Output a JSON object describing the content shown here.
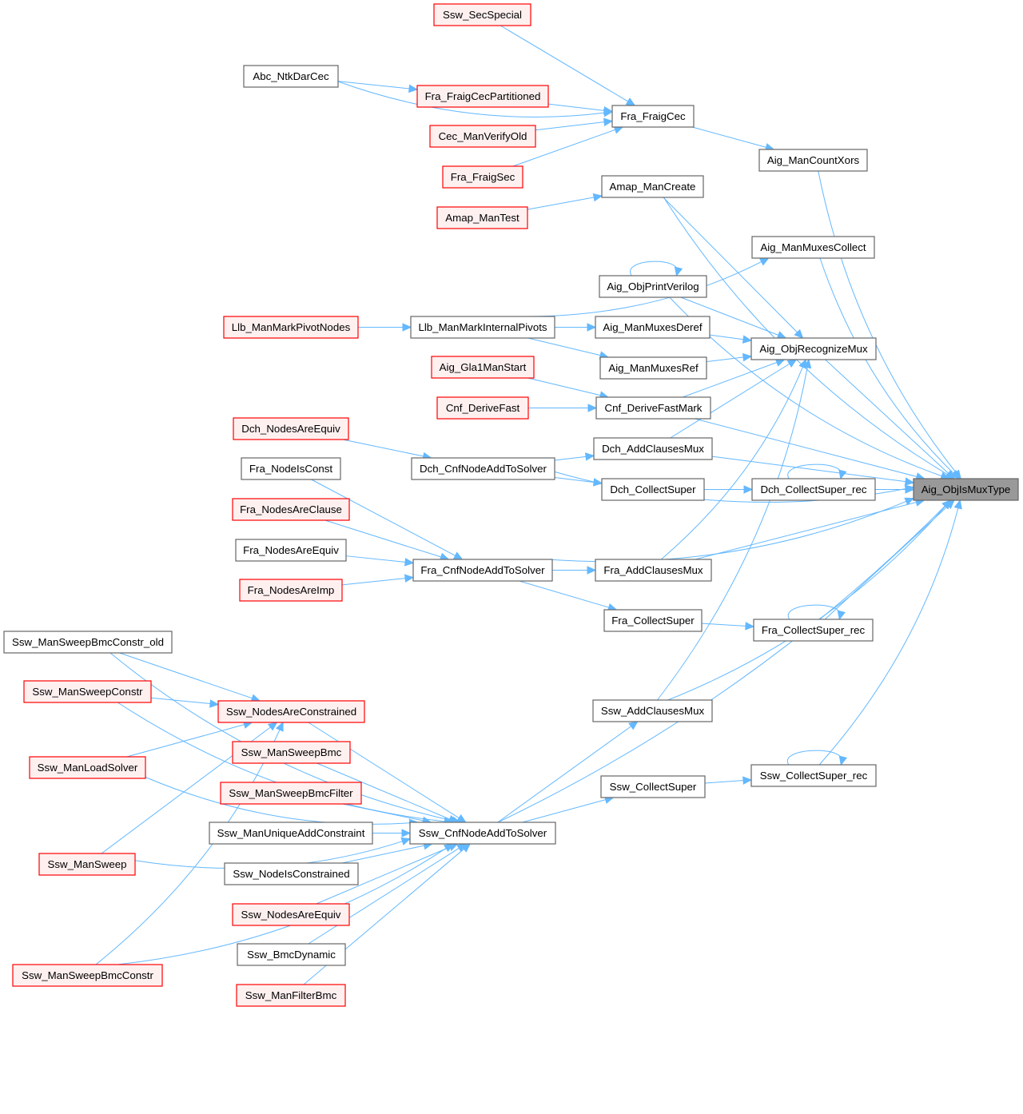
{
  "graph": {
    "title": "Caller graph of Aig_ObjIsMuxType",
    "colors": {
      "edge": "#63b8ff",
      "red_border": "#ff0000",
      "red_fill": "#fff0f0",
      "plain_border": "#666666",
      "root_fill": "#999999"
    },
    "nodes": [
      {
        "id": "root",
        "label": "Aig_ObjIsMuxType",
        "style": "root"
      },
      {
        "id": "ssw_secspecial",
        "label": "Ssw_SecSpecial",
        "style": "red"
      },
      {
        "id": "abc_ntkdarcec",
        "label": "Abc_NtkDarCec",
        "style": "plain"
      },
      {
        "id": "fra_fraigcecpartitioned",
        "label": "Fra_FraigCecPartitioned",
        "style": "red"
      },
      {
        "id": "cec_manverifyold",
        "label": "Cec_ManVerifyOld",
        "style": "red"
      },
      {
        "id": "fra_fraigsec",
        "label": "Fra_FraigSec",
        "style": "red"
      },
      {
        "id": "amap_mantest",
        "label": "Amap_ManTest",
        "style": "red"
      },
      {
        "id": "fra_fraigcec",
        "label": "Fra_FraigCec",
        "style": "plain"
      },
      {
        "id": "aig_mancountxors",
        "label": "Aig_ManCountXors",
        "style": "plain"
      },
      {
        "id": "amap_mancreate",
        "label": "Amap_ManCreate",
        "style": "plain"
      },
      {
        "id": "aig_manmuxescollect",
        "label": "Aig_ManMuxesCollect",
        "style": "plain"
      },
      {
        "id": "aig_objprintverilog",
        "label": "Aig_ObjPrintVerilog",
        "style": "plain"
      },
      {
        "id": "llb_manmarkpivotnodes",
        "label": "Llb_ManMarkPivotNodes",
        "style": "red"
      },
      {
        "id": "llb_manmarkinternalpivots",
        "label": "Llb_ManMarkInternalPivots",
        "style": "plain"
      },
      {
        "id": "aig_manmuxesderef",
        "label": "Aig_ManMuxesDeref",
        "style": "plain"
      },
      {
        "id": "aig_objrecognizemux",
        "label": "Aig_ObjRecognizeMux",
        "style": "plain"
      },
      {
        "id": "aig_manmuxesref",
        "label": "Aig_ManMuxesRef",
        "style": "plain"
      },
      {
        "id": "aig_gla1manstart",
        "label": "Aig_Gla1ManStart",
        "style": "red"
      },
      {
        "id": "cnf_derivefast",
        "label": "Cnf_DeriveFast",
        "style": "red"
      },
      {
        "id": "cnf_derivefastmark",
        "label": "Cnf_DeriveFastMark",
        "style": "plain"
      },
      {
        "id": "dch_nodesareequiv",
        "label": "Dch_NodesAreEquiv",
        "style": "red"
      },
      {
        "id": "dch_addclausesmux",
        "label": "Dch_AddClausesMux",
        "style": "plain"
      },
      {
        "id": "fra_nodeisconst",
        "label": "Fra_NodeIsConst",
        "style": "plain"
      },
      {
        "id": "dch_cnfnodeaddtosolver",
        "label": "Dch_CnfNodeAddToSolver",
        "style": "plain"
      },
      {
        "id": "dch_collectsuper",
        "label": "Dch_CollectSuper",
        "style": "plain"
      },
      {
        "id": "dch_collectsuper_rec",
        "label": "Dch_CollectSuper_rec",
        "style": "plain"
      },
      {
        "id": "fra_nodesareclause",
        "label": "Fra_NodesAreClause",
        "style": "red"
      },
      {
        "id": "fra_nodesareequiv",
        "label": "Fra_NodesAreEquiv",
        "style": "plain"
      },
      {
        "id": "fra_cnfnodeaddtosolver",
        "label": "Fra_CnfNodeAddToSolver",
        "style": "plain"
      },
      {
        "id": "fra_addclausesmux",
        "label": "Fra_AddClausesMux",
        "style": "plain"
      },
      {
        "id": "fra_nodesareimp",
        "label": "Fra_NodesAreImp",
        "style": "red"
      },
      {
        "id": "fra_collectsuper",
        "label": "Fra_CollectSuper",
        "style": "plain"
      },
      {
        "id": "fra_collectsuper_rec",
        "label": "Fra_CollectSuper_rec",
        "style": "plain"
      },
      {
        "id": "ssw_mansweepbmcconstr_old",
        "label": "Ssw_ManSweepBmcConstr_old",
        "style": "plain"
      },
      {
        "id": "ssw_mansweepconstr",
        "label": "Ssw_ManSweepConstr",
        "style": "red"
      },
      {
        "id": "ssw_nodesareconstrained",
        "label": "Ssw_NodesAreConstrained",
        "style": "red"
      },
      {
        "id": "ssw_addclausesmux",
        "label": "Ssw_AddClausesMux",
        "style": "plain"
      },
      {
        "id": "ssw_mansweepbmc",
        "label": "Ssw_ManSweepBmc",
        "style": "red"
      },
      {
        "id": "ssw_manloadsolver",
        "label": "Ssw_ManLoadSolver",
        "style": "red"
      },
      {
        "id": "ssw_collectsuper_rec",
        "label": "Ssw_CollectSuper_rec",
        "style": "plain"
      },
      {
        "id": "ssw_collectsuper",
        "label": "Ssw_CollectSuper",
        "style": "plain"
      },
      {
        "id": "ssw_mansweepbmcfilter",
        "label": "Ssw_ManSweepBmcFilter",
        "style": "red"
      },
      {
        "id": "ssw_manuniqueaddconstraint",
        "label": "Ssw_ManUniqueAddConstraint",
        "style": "plain"
      },
      {
        "id": "ssw_cnfnodeaddtosolver",
        "label": "Ssw_CnfNodeAddToSolver",
        "style": "plain"
      },
      {
        "id": "ssw_mansweep",
        "label": "Ssw_ManSweep",
        "style": "red"
      },
      {
        "id": "ssw_nodeisconstrained",
        "label": "Ssw_NodeIsConstrained",
        "style": "plain"
      },
      {
        "id": "ssw_nodesareequiv",
        "label": "Ssw_NodesAreEquiv",
        "style": "red"
      },
      {
        "id": "ssw_bmcdynamic",
        "label": "Ssw_BmcDynamic",
        "style": "plain"
      },
      {
        "id": "ssw_mansweepbmcconstr",
        "label": "Ssw_ManSweepBmcConstr",
        "style": "red"
      },
      {
        "id": "ssw_manfilterbmc",
        "label": "Ssw_ManFilterBmc",
        "style": "red"
      }
    ],
    "edges": [
      [
        "ssw_secspecial",
        "fra_fraigcec"
      ],
      [
        "abc_ntkdarcec",
        "fra_fraigcec"
      ],
      [
        "abc_ntkdarcec",
        "fra_fraigcecpartitioned"
      ],
      [
        "fra_fraigcecpartitioned",
        "fra_fraigcec"
      ],
      [
        "cec_manverifyold",
        "fra_fraigcec"
      ],
      [
        "fra_fraigsec",
        "fra_fraigcec"
      ],
      [
        "fra_fraigcec",
        "aig_mancountxors"
      ],
      [
        "amap_mantest",
        "amap_mancreate"
      ],
      [
        "aig_mancountxors",
        "root"
      ],
      [
        "amap_mancreate",
        "root"
      ],
      [
        "amap_mancreate",
        "aig_objrecognizemux"
      ],
      [
        "llb_manmarkinternalpivots",
        "aig_manmuxescollect"
      ],
      [
        "aig_manmuxescollect",
        "root"
      ],
      [
        "aig_objprintverilog",
        "aig_objprintverilog"
      ],
      [
        "aig_objprintverilog",
        "root"
      ],
      [
        "aig_objprintverilog",
        "aig_objrecognizemux"
      ],
      [
        "llb_manmarkpivotnodes",
        "llb_manmarkinternalpivots"
      ],
      [
        "llb_manmarkinternalpivots",
        "aig_manmuxesderef"
      ],
      [
        "llb_manmarkinternalpivots",
        "aig_manmuxesref"
      ],
      [
        "aig_manmuxesderef",
        "aig_objrecognizemux"
      ],
      [
        "aig_manmuxesref",
        "aig_objrecognizemux"
      ],
      [
        "aig_objrecognizemux",
        "root"
      ],
      [
        "aig_gla1manstart",
        "cnf_derivefastmark"
      ],
      [
        "cnf_derivefast",
        "cnf_derivefastmark"
      ],
      [
        "cnf_derivefastmark",
        "aig_objrecognizemux"
      ],
      [
        "cnf_derivefastmark",
        "root"
      ],
      [
        "dch_nodesareequiv",
        "dch_cnfnodeaddtosolver"
      ],
      [
        "dch_cnfnodeaddtosolver",
        "dch_addclausesmux"
      ],
      [
        "dch_cnfnodeaddtosolver",
        "dch_collectsuper"
      ],
      [
        "dch_cnfnodeaddtosolver",
        "root"
      ],
      [
        "dch_addclausesmux",
        "aig_objrecognizemux"
      ],
      [
        "dch_addclausesmux",
        "root"
      ],
      [
        "dch_collectsuper",
        "dch_collectsuper_rec"
      ],
      [
        "dch_collectsuper_rec",
        "dch_collectsuper_rec"
      ],
      [
        "dch_collectsuper_rec",
        "root"
      ],
      [
        "fra_nodeisconst",
        "fra_cnfnodeaddtosolver"
      ],
      [
        "fra_nodesareclause",
        "fra_cnfnodeaddtosolver"
      ],
      [
        "fra_nodesareequiv",
        "fra_cnfnodeaddtosolver"
      ],
      [
        "fra_nodesareimp",
        "fra_cnfnodeaddtosolver"
      ],
      [
        "fra_cnfnodeaddtosolver",
        "fra_addclausesmux"
      ],
      [
        "fra_cnfnodeaddtosolver",
        "fra_collectsuper"
      ],
      [
        "fra_cnfnodeaddtosolver",
        "root"
      ],
      [
        "fra_addclausesmux",
        "aig_objrecognizemux"
      ],
      [
        "fra_addclausesmux",
        "root"
      ],
      [
        "fra_collectsuper",
        "fra_collectsuper_rec"
      ],
      [
        "fra_collectsuper_rec",
        "fra_collectsuper_rec"
      ],
      [
        "fra_collectsuper_rec",
        "root"
      ],
      [
        "ssw_mansweepbmcconstr_old",
        "ssw_nodesareconstrained"
      ],
      [
        "ssw_mansweepbmcconstr_old",
        "ssw_cnfnodeaddtosolver"
      ],
      [
        "ssw_mansweepconstr",
        "ssw_nodesareconstrained"
      ],
      [
        "ssw_mansweepconstr",
        "ssw_cnfnodeaddtosolver"
      ],
      [
        "ssw_manloadsolver",
        "ssw_nodesareconstrained"
      ],
      [
        "ssw_manloadsolver",
        "ssw_cnfnodeaddtosolver"
      ],
      [
        "ssw_mansweep",
        "ssw_nodesareconstrained"
      ],
      [
        "ssw_mansweep",
        "ssw_cnfnodeaddtosolver"
      ],
      [
        "ssw_mansweepbmcconstr",
        "ssw_nodesareconstrained"
      ],
      [
        "ssw_mansweepbmcconstr",
        "ssw_cnfnodeaddtosolver"
      ],
      [
        "ssw_nodesareconstrained",
        "ssw_cnfnodeaddtosolver"
      ],
      [
        "ssw_mansweepbmc",
        "ssw_cnfnodeaddtosolver"
      ],
      [
        "ssw_mansweepbmcfilter",
        "ssw_cnfnodeaddtosolver"
      ],
      [
        "ssw_manuniqueaddconstraint",
        "ssw_cnfnodeaddtosolver"
      ],
      [
        "ssw_nodeisconstrained",
        "ssw_cnfnodeaddtosolver"
      ],
      [
        "ssw_nodesareequiv",
        "ssw_cnfnodeaddtosolver"
      ],
      [
        "ssw_bmcdynamic",
        "ssw_cnfnodeaddtosolver"
      ],
      [
        "ssw_manfilterbmc",
        "ssw_cnfnodeaddtosolver"
      ],
      [
        "ssw_cnfnodeaddtosolver",
        "ssw_addclausesmux"
      ],
      [
        "ssw_cnfnodeaddtosolver",
        "ssw_collectsuper"
      ],
      [
        "ssw_cnfnodeaddtosolver",
        "root"
      ],
      [
        "ssw_addclausesmux",
        "aig_objrecognizemux"
      ],
      [
        "ssw_addclausesmux",
        "root"
      ],
      [
        "ssw_collectsuper",
        "ssw_collectsuper_rec"
      ],
      [
        "ssw_collectsuper_rec",
        "ssw_collectsuper_rec"
      ],
      [
        "ssw_collectsuper_rec",
        "root"
      ]
    ]
  }
}
